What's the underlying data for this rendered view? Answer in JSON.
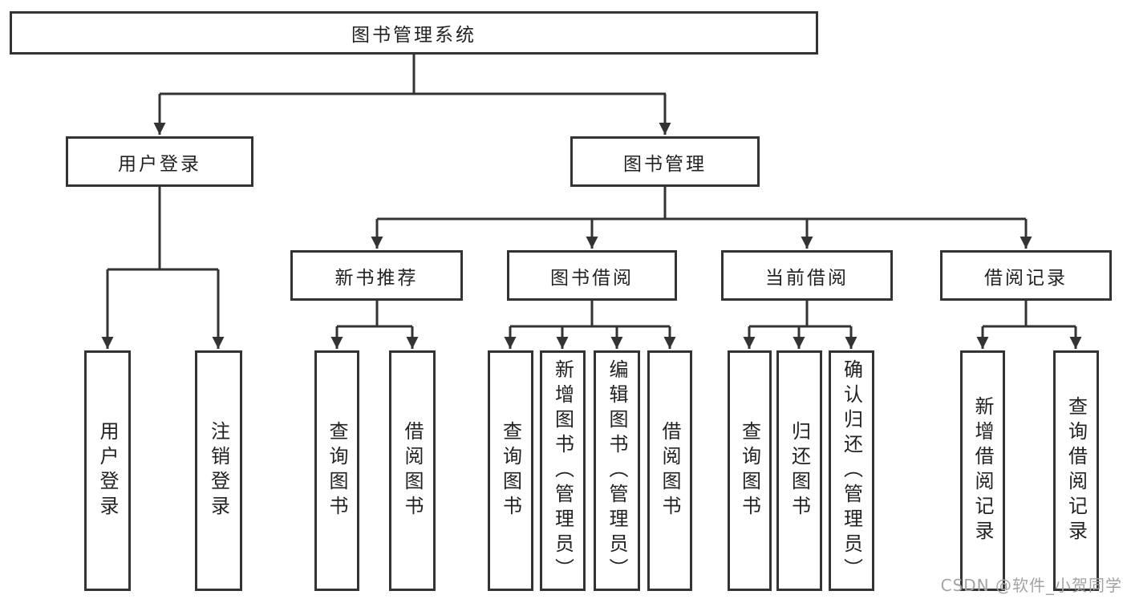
{
  "diagram": {
    "root": {
      "label": "图书管理系统"
    },
    "level2": [
      {
        "label": "用户登录"
      },
      {
        "label": "图书管理"
      }
    ],
    "level3": [
      {
        "label": "新书推荐"
      },
      {
        "label": "图书借阅"
      },
      {
        "label": "当前借阅"
      },
      {
        "label": "借阅记录"
      }
    ],
    "leaves": [
      {
        "label": "用户登录"
      },
      {
        "label": "注销登录"
      },
      {
        "label": "查询图书"
      },
      {
        "label": "借阅图书"
      },
      {
        "label": "查询图书"
      },
      {
        "label": "新增图书（管理员）"
      },
      {
        "label": "编辑图书（管理员）"
      },
      {
        "label": "借阅图书"
      },
      {
        "label": "查询图书"
      },
      {
        "label": "归还图书"
      },
      {
        "label": "确认归还（管理员）"
      },
      {
        "label": "新增借阅记录"
      },
      {
        "label": "查询借阅记录"
      }
    ],
    "colors": {
      "line": "#333333",
      "text": "#222222",
      "background": "#ffffff"
    }
  },
  "watermark": {
    "text": "CSDN @软件_小贺同学",
    "color": "#a3a3a3"
  }
}
